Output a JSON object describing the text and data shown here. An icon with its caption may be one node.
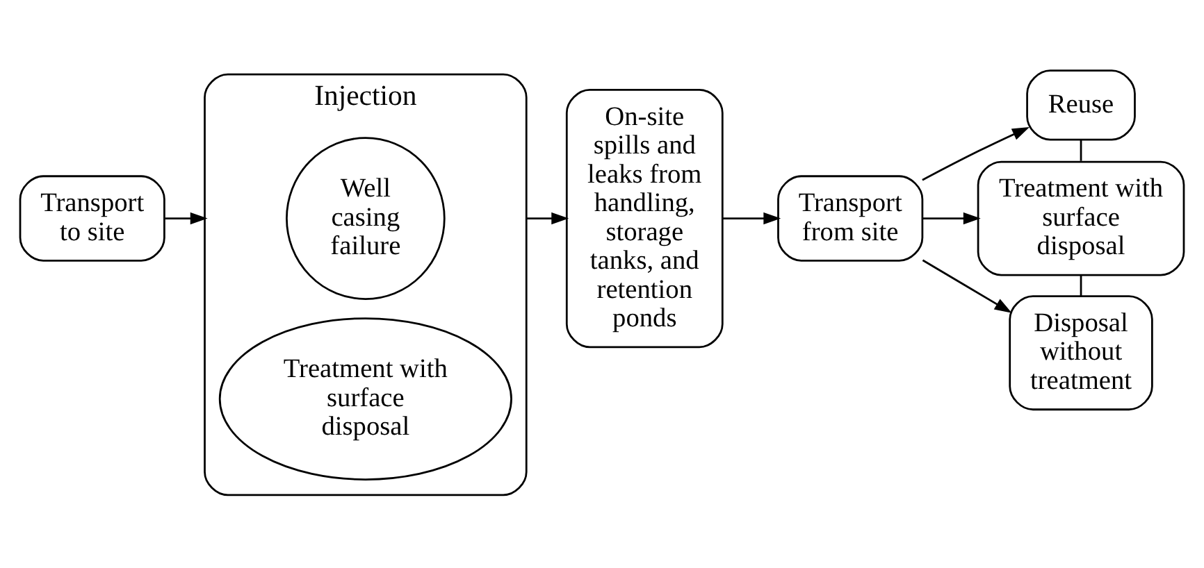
{
  "diagram": {
    "nodes": [
      {
        "text": [
          "Transport to site"
        ]
      },
      {
        "text": [
          "Injection"
        ]
      },
      {
        "text": [
          "Well casing failure"
        ],
        "in": 1
      },
      {
        "text": [
          "Treatment with surface disposal"
        ],
        "in": 1
      },
      {
        "text": [
          "On-site spills and leaks from handling, storage tanks, and retention ponds"
        ]
      },
      {
        "text": [
          "Transport from site"
        ]
      },
      {
        "text": [
          "Reuse"
        ]
      },
      {
        "text": [
          "Treatment with surface disposal"
        ]
      },
      {
        "text": [
          "Disposal without treatment"
        ]
      }
    ],
    "edges": [
      {
        "from": 0,
        "to": 1,
        "arrow": "to"
      },
      {
        "from": 1,
        "to": 4,
        "arrow": "to"
      },
      {
        "from": 4,
        "to": 5,
        "arrow": "to"
      },
      {
        "from": 5,
        "to": 6,
        "arrow": "to"
      },
      {
        "from": 5,
        "to": 7,
        "arrow": "to"
      },
      {
        "from": 5,
        "to": 8,
        "arrow": "to"
      },
      {
        "from": 6,
        "to": 7,
        "arrow": "none"
      },
      {
        "from": 7,
        "to": 8,
        "arrow": "none"
      }
    ]
  }
}
